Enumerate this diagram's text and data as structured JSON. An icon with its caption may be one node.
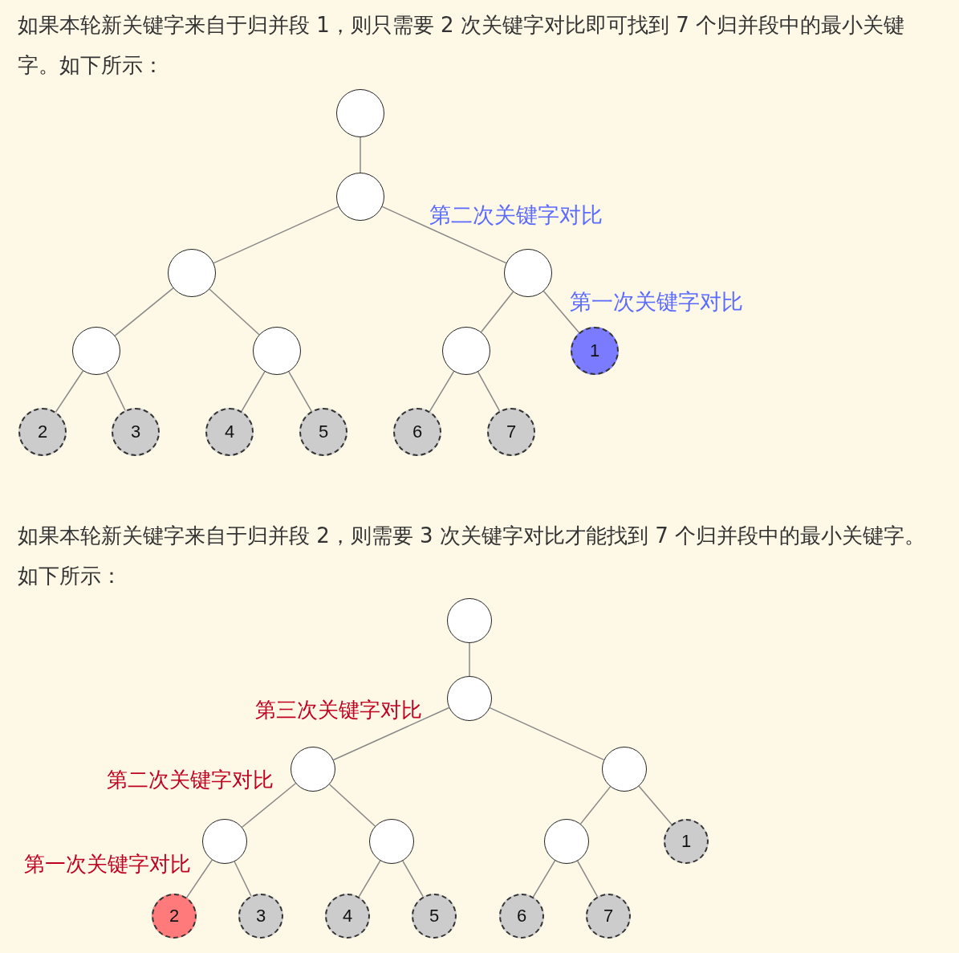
{
  "diagram": {
    "nodes": [
      {
        "text": [],
        "shape": "circle"
      },
      {
        "text": [],
        "shape": "circle"
      },
      {
        "text": [],
        "shape": "circle"
      },
      {
        "text": [],
        "shape": "circle"
      },
      {
        "text": [],
        "shape": "circle"
      },
      {
        "text": [],
        "shape": "circle"
      },
      {
        "text": [],
        "shape": "circle"
      },
      {
        "text": [
          "1"
        ]
      },
      {
        "text": [
          "2"
        ]
      },
      {
        "text": [
          "3"
        ]
      },
      {
        "text": [
          "4"
        ]
      },
      {
        "text": [
          "5"
        ]
      },
      {
        "text": [
          "6"
        ]
      },
      {
        "text": [
          "7"
        ]
      },
      {
        "text": [],
        "shape": "circle"
      },
      {
        "text": [],
        "shape": "circle"
      },
      {
        "text": [],
        "shape": "circle"
      },
      {
        "text": [],
        "shape": "circle"
      },
      {
        "text": [],
        "shape": "circle"
      },
      {
        "text": [],
        "shape": "circle"
      },
      {
        "text": [],
        "shape": "circle"
      },
      {
        "text": [
          "1"
        ]
      },
      {
        "text": [
          "2"
        ]
      },
      {
        "text": [
          "3"
        ]
      },
      {
        "text": [
          "4"
        ]
      },
      {
        "text": [
          "5"
        ]
      },
      {
        "text": [
          "6"
        ]
      },
      {
        "text": [
          "7"
        ]
      }
    ],
    "edges": [
      {
        "from": 0,
        "to": 1,
        "arrow": "none"
      },
      {
        "from": 1,
        "to": 2,
        "arrow": "none"
      },
      {
        "from": 1,
        "to": 3,
        "arrow": "none"
      },
      {
        "from": 2,
        "to": 4,
        "arrow": "none"
      },
      {
        "from": 2,
        "to": 5,
        "arrow": "none"
      },
      {
        "from": 3,
        "to": 6,
        "arrow": "none"
      },
      {
        "from": 3,
        "to": 7,
        "arrow": "none"
      },
      {
        "from": 4,
        "to": 8,
        "arrow": "none"
      },
      {
        "from": 4,
        "to": 9,
        "arrow": "none"
      },
      {
        "from": 5,
        "to": 10,
        "arrow": "none"
      },
      {
        "from": 5,
        "to": 11,
        "arrow": "none"
      },
      {
        "from": 6,
        "to": 12,
        "arrow": "none"
      },
      {
        "from": 6,
        "to": 13,
        "arrow": "none"
      },
      {
        "from": 14,
        "to": 15,
        "arrow": "none"
      },
      {
        "from": 15,
        "to": 16,
        "arrow": "none"
      },
      {
        "from": 15,
        "to": 17,
        "arrow": "none"
      },
      {
        "from": 16,
        "to": 18,
        "arrow": "none"
      },
      {
        "from": 16,
        "to": 19,
        "arrow": "none"
      },
      {
        "from": 17,
        "to": 20,
        "arrow": "none"
      },
      {
        "from": 17,
        "to": 21,
        "arrow": "none"
      },
      {
        "from": 18,
        "to": 22,
        "arrow": "none"
      },
      {
        "from": 18,
        "to": 23,
        "arrow": "none"
      },
      {
        "from": 19,
        "to": 24,
        "arrow": "none"
      },
      {
        "from": 19,
        "to": 25,
        "arrow": "none"
      },
      {
        "from": 20,
        "to": 26,
        "arrow": "none"
      },
      {
        "from": 20,
        "to": 27,
        "arrow": "none"
      }
    ],
    "labels": [
      "如果本轮新关键字来自于归并段 1，则只需要 2 次关键字对比即可找到 7 个归并段中的最小关键字。如下所示：",
      "第二次关键字对比",
      "第一次关键字对比",
      "如果本轮新关键字来自于归并段 2，则需要 3 次关键字对比才能找到 7 个归并段中的最小关键字。如下所示：",
      "第三次关键字对比",
      "第二次关键字对比",
      "第一次关键字对比"
    ]
  }
}
